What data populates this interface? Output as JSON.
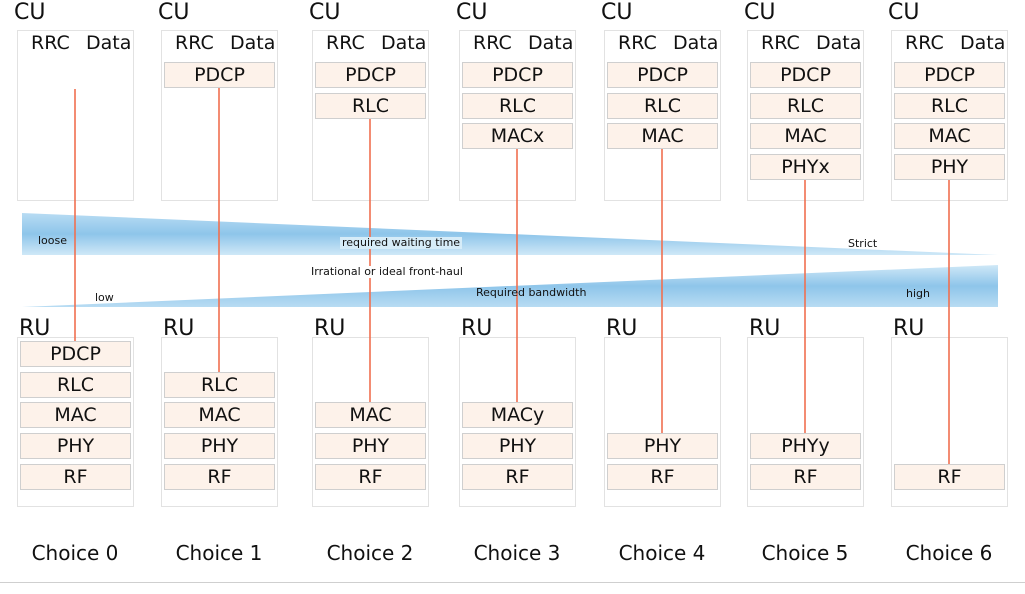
{
  "cu_label": "CU",
  "ru_label": "RU",
  "rrc_label": "RRC",
  "data_label": "Data",
  "wedges": {
    "latency": {
      "left": "loose",
      "mid": "required waiting time",
      "right": "Strict"
    },
    "bandwidth": {
      "left": "low",
      "mid": "Required bandwidth",
      "right": "high"
    },
    "fronthaul": "Irrational or ideal front-haul"
  },
  "choices": [
    {
      "name": "Choice 0",
      "cu": [],
      "ru": [
        "PDCP",
        "RLC",
        "MAC",
        "PHY",
        "RF"
      ]
    },
    {
      "name": "Choice 1",
      "cu": [
        "PDCP"
      ],
      "ru": [
        "RLC",
        "MAC",
        "PHY",
        "RF"
      ]
    },
    {
      "name": "Choice 2",
      "cu": [
        "PDCP",
        "RLC"
      ],
      "ru": [
        "MAC",
        "PHY",
        "RF"
      ]
    },
    {
      "name": "Choice 3",
      "cu": [
        "PDCP",
        "RLC",
        "MACx"
      ],
      "ru": [
        "MACy",
        "PHY",
        "RF"
      ]
    },
    {
      "name": "Choice 4",
      "cu": [
        "PDCP",
        "RLC",
        "MAC"
      ],
      "ru": [
        "PHY",
        "RF"
      ]
    },
    {
      "name": "Choice 5",
      "cu": [
        "PDCP",
        "RLC",
        "MAC",
        "PHYx"
      ],
      "ru": [
        "PHYy",
        "RF"
      ]
    },
    {
      "name": "Choice 6",
      "cu": [
        "PDCP",
        "RLC",
        "MAC",
        "PHY"
      ],
      "ru": [
        "RF"
      ]
    }
  ],
  "colors": {
    "layer_fill": "#fdf2ea",
    "split_line": "#f07050",
    "wedge": "#8cc4e8"
  }
}
